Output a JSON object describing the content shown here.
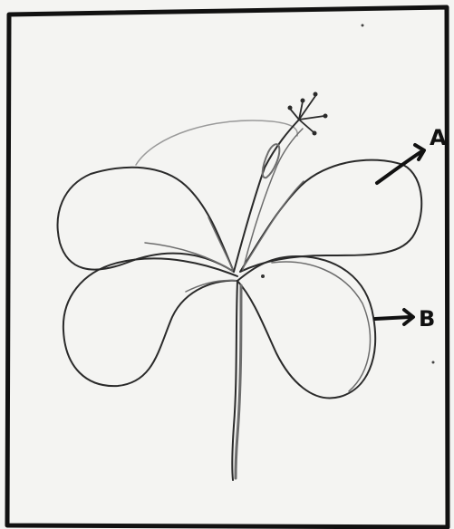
{
  "diagram": {
    "subject": "flower",
    "labels": {
      "a": "A",
      "b": "B"
    },
    "colors": {
      "background": "#f4f4f2",
      "ink": "#2a2a2a",
      "frame": "#111111"
    }
  }
}
